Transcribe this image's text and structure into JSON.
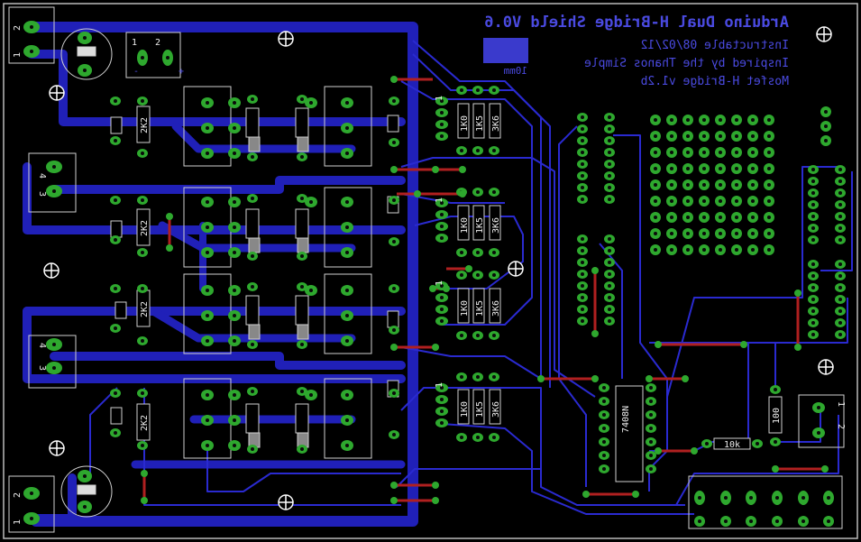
{
  "colors": {
    "background": "#000000",
    "outline": "#d8d8d8",
    "trace": "#2020b8",
    "trace_thin": "#2a2ad0",
    "pad": "#2ea82e",
    "pad_hole": "#0a0a0a",
    "via_trace": "#b02020",
    "text": "#3a3acc",
    "silk": "#d0d0d0",
    "hole": "#ffffff"
  },
  "header": {
    "title": "Arduino Dual H-Bridge Shield V0.6",
    "line1": "Instructable 08/02/12",
    "line2": "Inspired by the Thanos Simple",
    "line3": "Mosfet H-Bridge v1.2b",
    "scale_label": "10mm"
  },
  "labels": {
    "resistor_2k2": "2K2",
    "resistor_1k0": "1K0",
    "resistor_1k5": "1K5",
    "resistor_3k6": "3K6",
    "resistor_100": "100",
    "resistor_10k": "10k",
    "ic_label": "7408N",
    "pin_1": "1",
    "pin_2": "2",
    "pin_3": "3",
    "pin_4": "4",
    "pin_plus": "+",
    "pin_minus": "-"
  }
}
